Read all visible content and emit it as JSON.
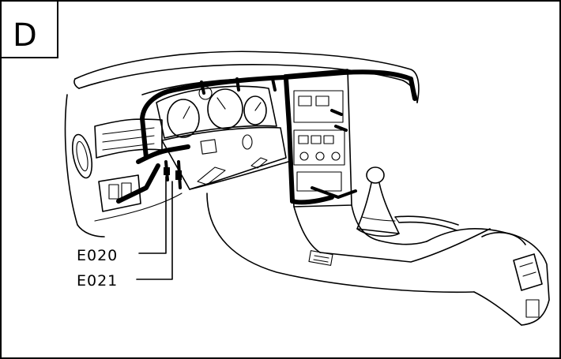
{
  "panel": {
    "letter": "D"
  },
  "connectors": [
    {
      "label": "E020"
    },
    {
      "label": "E021"
    }
  ]
}
